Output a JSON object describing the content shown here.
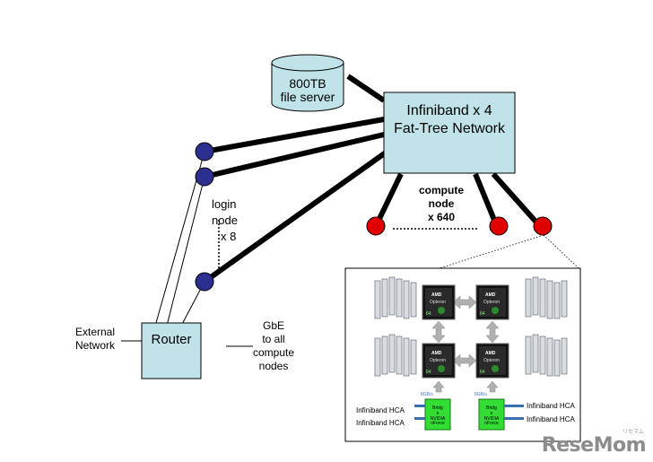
{
  "file_server": {
    "line1": "800TB",
    "line2": "file server"
  },
  "network": {
    "line1": "Infiniband x 4",
    "line2": "Fat-Tree Network"
  },
  "compute": {
    "line1": "compute",
    "line2": "node",
    "line3": "x 640"
  },
  "login": {
    "line1": "login",
    "line2": "node",
    "line3": "x 8"
  },
  "external": {
    "line1": "External",
    "line2": "Network"
  },
  "router": {
    "label": "Router"
  },
  "gbe": {
    "line1": "GbE",
    "line2": "to all",
    "line3": "compute",
    "line4": "nodes"
  },
  "detail": {
    "cpu_brand": "AMD",
    "cpu_model": "Opteron",
    "cpu_badge": "64",
    "hca_label": "Infiniband HCA",
    "bus_label": "8GB/s",
    "bridge_l1": "Bridg",
    "bridge_l2": "e",
    "bridge_l3": "NVIDIA",
    "bridge_l4": "nForce"
  },
  "watermark": {
    "text": "ReseMom",
    "sub": "リセマム"
  },
  "colors": {
    "box_fill": "#bfe3e8",
    "login_node": "#2b2f8f",
    "compute_node": "#e00000",
    "bridge_chip": "#33dd33"
  }
}
